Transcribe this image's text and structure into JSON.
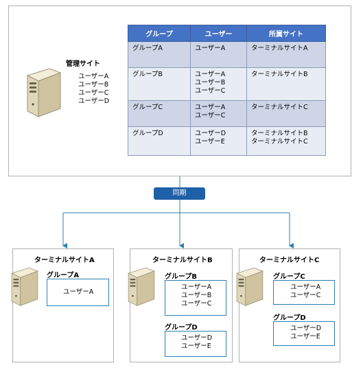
{
  "management": {
    "title": "管理サイト",
    "users": [
      "ユーザーA",
      "ユーザーB",
      "ユーザーC",
      "ユーザーD"
    ]
  },
  "group_table": {
    "headers": [
      "グループ",
      "ユーザー",
      "所属サイト"
    ],
    "rows": [
      {
        "group": "グループA",
        "users": [
          "ユーザーA"
        ],
        "sites": [
          "ターミナルサイトA"
        ]
      },
      {
        "group": "グループB",
        "users": [
          "ユーザーA",
          "ユーザーB",
          "ユーザーC"
        ],
        "sites": [
          "ターミナルサイトB"
        ]
      },
      {
        "group": "グループC",
        "users": [
          "ユーザーA",
          "ユーザーC"
        ],
        "sites": [
          "ターミナルサイトC"
        ]
      },
      {
        "group": "グループD",
        "users": [
          "ユーザーD",
          "ユーザーE"
        ],
        "sites": [
          "ターミナルサイトB",
          "ターミナルサイトC"
        ]
      }
    ]
  },
  "sync_label": "同期",
  "terminals": [
    {
      "title": "ターミナルサイトA",
      "groups": [
        {
          "name": "グループA",
          "users": [
            "ユーザーA"
          ]
        }
      ]
    },
    {
      "title": "ターミナルサイトB",
      "groups": [
        {
          "name": "グループB",
          "users": [
            "ユーザーA",
            "ユーザーB",
            "ユーザーC"
          ]
        },
        {
          "name": "グループD",
          "users": [
            "ユーザーD",
            "ユーザーE"
          ]
        }
      ]
    },
    {
      "title": "ターミナルサイトC",
      "groups": [
        {
          "name": "グループC",
          "users": [
            "ユーザーA",
            "ユーザーC"
          ]
        },
        {
          "name": "グループD",
          "users": [
            "ユーザーD",
            "ユーザーE"
          ]
        }
      ]
    }
  ],
  "colors": {
    "header_blue": "#4472c4",
    "sync_blue": "#1f5fa8",
    "line_blue": "#2a7fb4"
  }
}
